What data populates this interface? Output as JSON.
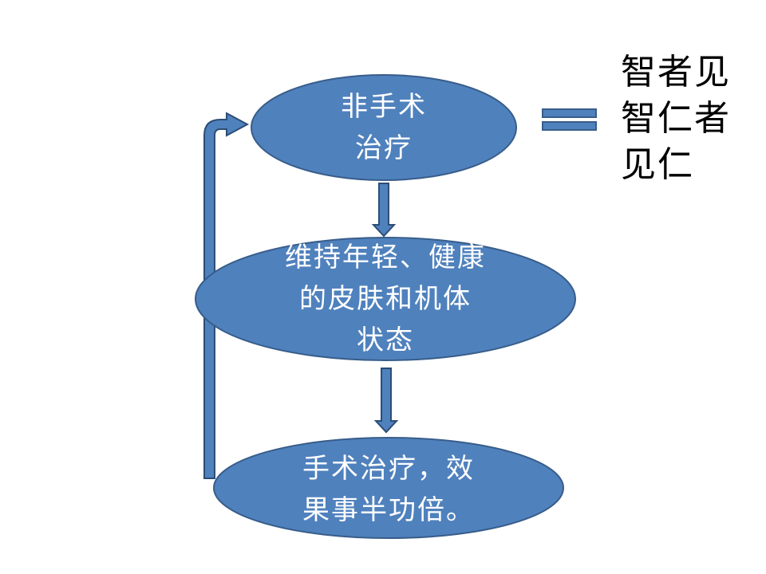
{
  "nodes": {
    "top": {
      "lines": [
        "非手术",
        "治疗"
      ]
    },
    "middle": {
      "lines": [
        "维持年轻、健康",
        "的皮肤和机体",
        "状态"
      ]
    },
    "bottom": {
      "lines": [
        "手术治疗，效",
        "果事半功倍。"
      ]
    }
  },
  "side_note": {
    "lines": [
      "智者见",
      "智仁者",
      "见仁"
    ]
  },
  "colors": {
    "node_fill": "#4f81bd",
    "node_stroke": "#385d8a",
    "arrow_fill": "#4f81bd",
    "arrow_stroke": "#2c4d75",
    "text": "#ffffff",
    "note_text": "#000000"
  }
}
